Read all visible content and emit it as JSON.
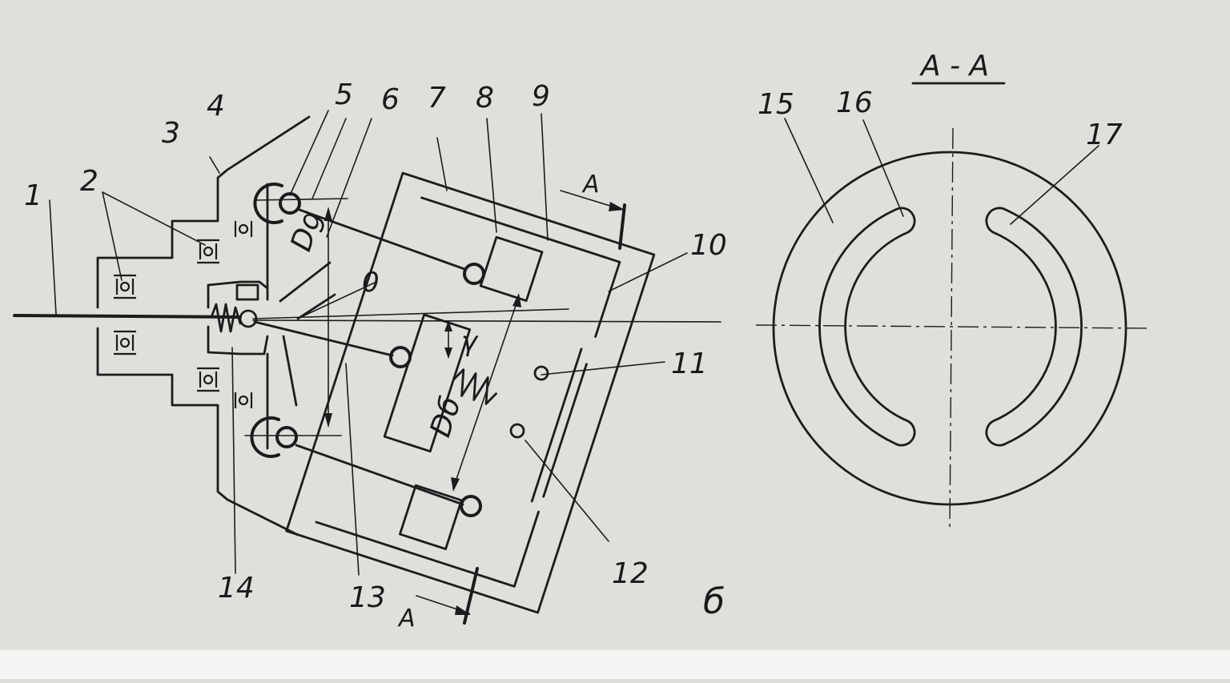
{
  "figure": {
    "section_title": "A - A",
    "subfigure_label": "б",
    "section_mark": "A",
    "dimension_labels": {
      "top_diameter": "Dg",
      "bottom_diameter": "Dб",
      "angle": "γ",
      "center_point": "0"
    },
    "callouts": [
      "1",
      "2",
      "3",
      "4",
      "5",
      "6",
      "7",
      "8",
      "9",
      "10",
      "11",
      "12",
      "13",
      "14",
      "15",
      "16",
      "17"
    ]
  }
}
